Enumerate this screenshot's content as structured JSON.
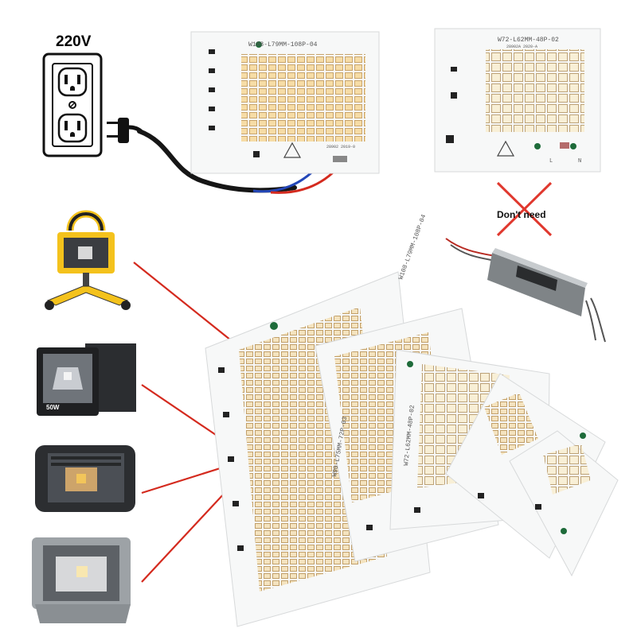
{
  "header": {
    "voltage_label": "220V"
  },
  "boards": {
    "top_left_code": "W108-L79MM-108P-04",
    "top_left_date": "28902 2019-0",
    "top_right_code": "W72-L62MM-48P-02",
    "top_right_date": "28902A 2020-A",
    "pin_l": "L",
    "pin_n": "N",
    "stack_codes": [
      "W108-L79MM-108P-04",
      "W90-L75MM-72P-03",
      "W72-L62MM-48P-02"
    ]
  },
  "driver_notice": {
    "text": "Don't need"
  },
  "lamps": {
    "flood_b_wattage": "50W"
  },
  "colors": {
    "led_warm": "#f3d8a2",
    "led_frame": "#c9a56d",
    "pcb": "#f7f8f8",
    "wire_red": "#d42a1e",
    "wire_blue": "#2447b8",
    "cross_red": "#e0382e",
    "lamp_yellow": "#f4c21c",
    "lamp_dark": "#2b2d30"
  }
}
